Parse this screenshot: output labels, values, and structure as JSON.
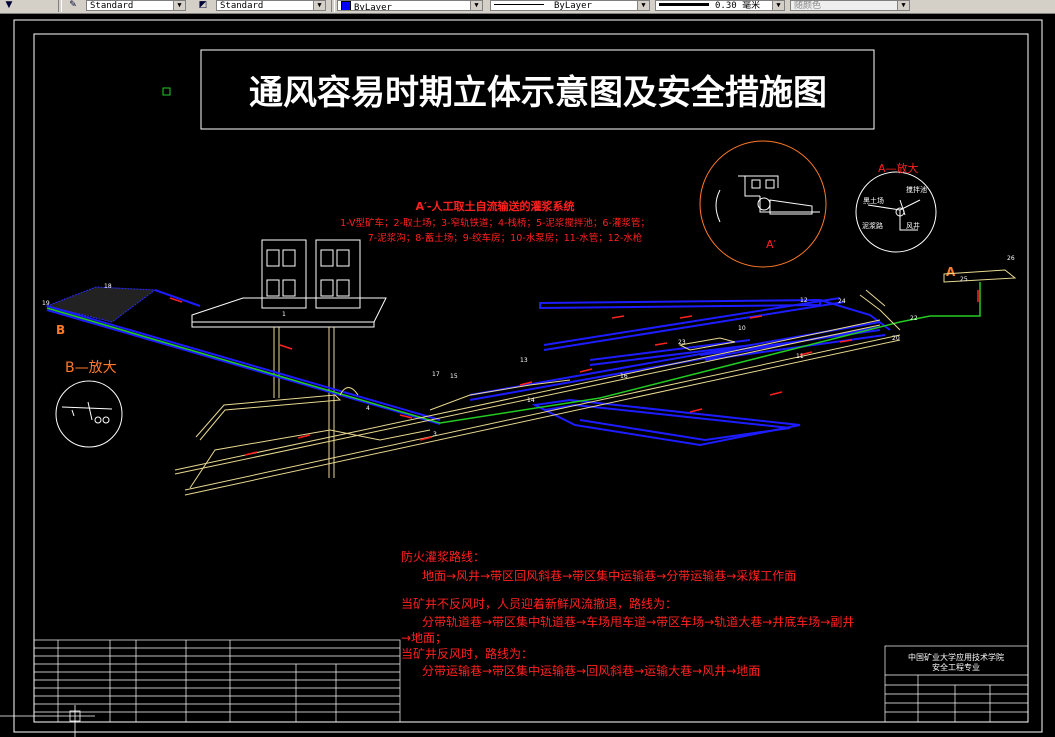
{
  "toolbar": {
    "text_style": "Standard",
    "dim_style": "Standard",
    "color": "ByLayer",
    "linetype": "ByLayer",
    "lineweight": "0.30 毫米",
    "plot_style": "随颜色",
    "color_value": "#0000ff"
  },
  "drawing": {
    "title": "通风容易时期立体示意图及安全措施图",
    "legend_title": "A′-人工取土自流输送的灌浆系统",
    "legend_line1": "1-V型矿车；2-取土场；3-窄轨铁道；4-栈桥；5-泥浆搅拌池；6-灌浆管；",
    "legend_line2": "7-泥浆沟；8-蓄土场；9-绞车房；10-水泵房；11-水管；12-水枪",
    "detail_a_label": "A—放大",
    "detail_b_label": "B—放大",
    "detail_a_prime_label": "A′",
    "marker_a": "A",
    "marker_b": "B",
    "detail_a_text": [
      "黑土场",
      "搅拌池",
      "泥浆路",
      "风井"
    ],
    "fire_route_title": "防火灌浆路线：",
    "fire_route": "地面→风井→带区回风斜巷→带区集中运输巷→分带运输巷→采煤工作面",
    "escape1_title": "当矿井不反风时，人员迎着新鲜风流撤退，路线为：",
    "escape1_route": "分带轨道巷→带区集中轨道巷→车场甩车道→带区车场→轨道大巷→井底车场→副井",
    "escape1_route_end": "→地面；",
    "escape2_title": "当矿井反风时，路线为：",
    "escape2_route": "分带运输巷→带区集中运输巷→回风斜巷→运输大巷→风井→地面",
    "title_block_school": "中国矿业大学应用技术学院",
    "title_block_major": "安全工程专业",
    "point_labels": [
      "1",
      "3",
      "4",
      "10",
      "11",
      "12",
      "13",
      "14",
      "15",
      "16",
      "17",
      "18",
      "19",
      "20",
      "22",
      "23",
      "24",
      "25",
      "26"
    ]
  },
  "colors": {
    "red": "#ff2020",
    "blue": "#1c1cff",
    "yellow": "#e8d890",
    "green": "#22cc22",
    "white": "#ffffff",
    "orange": "#ff7a2a"
  }
}
